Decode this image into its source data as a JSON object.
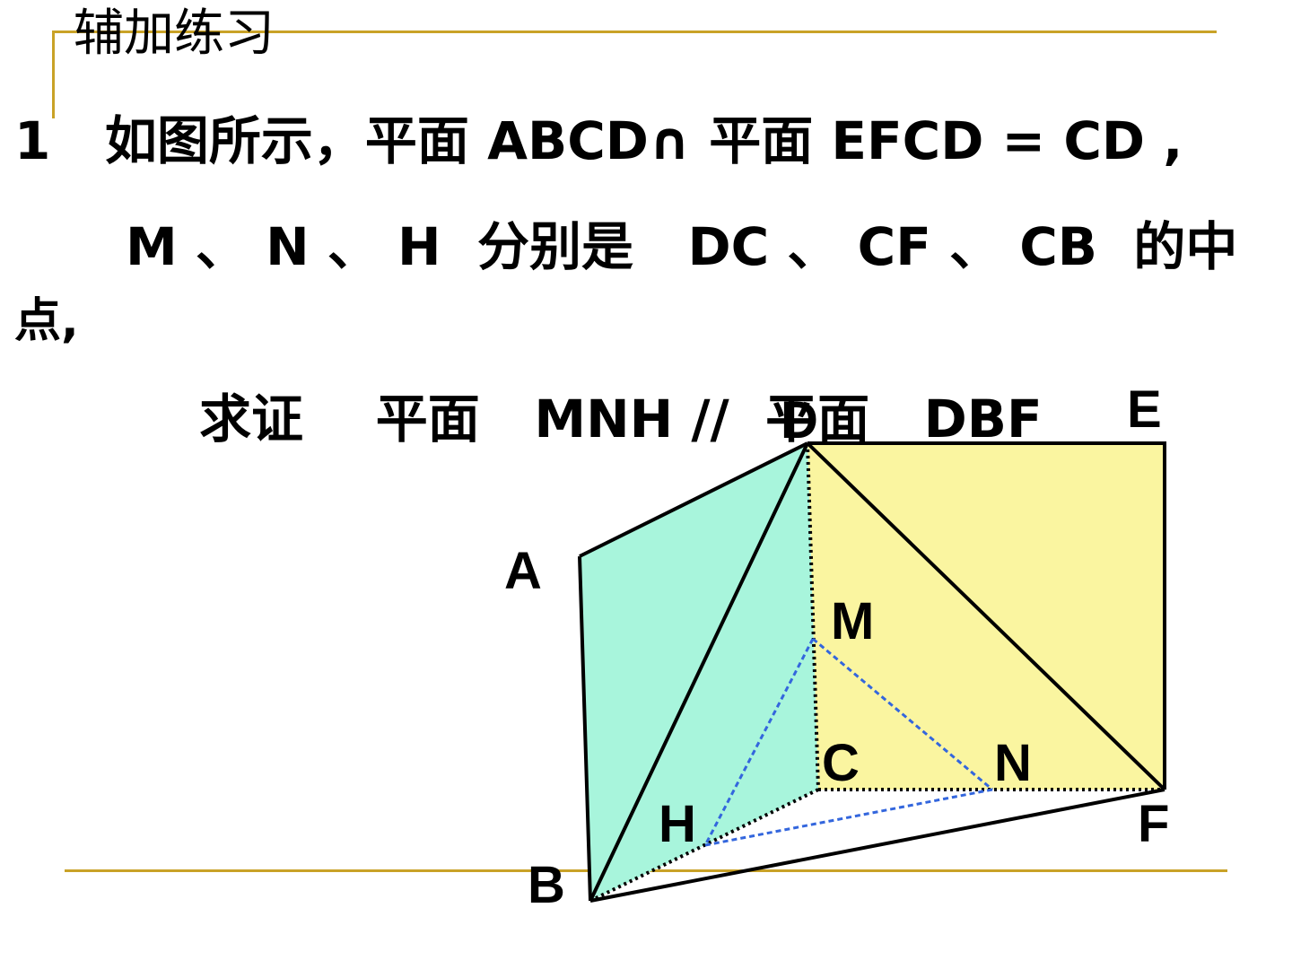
{
  "title": "辅加练习",
  "problem": {
    "line1": "1   如图所示，平面 ABCD∩ 平面 EFCD = CD ,",
    "line2": "M 、 N 、 H  分别是   DC 、 CF 、 CB  的中",
    "line3": "点,",
    "line4": "求证    平面   MNH //  平面   DBF"
  },
  "diagram": {
    "labels": {
      "A": "A",
      "B": "B",
      "C": "C",
      "D": "D",
      "E": "E",
      "F": "F",
      "H": "H",
      "M": "M",
      "N": "N"
    },
    "colors": {
      "plane_abcd": "#a8f5dc",
      "plane_efcd": "#faf5a0",
      "dashed_triangle": "#3366dd",
      "rule": "#c9a227"
    }
  }
}
